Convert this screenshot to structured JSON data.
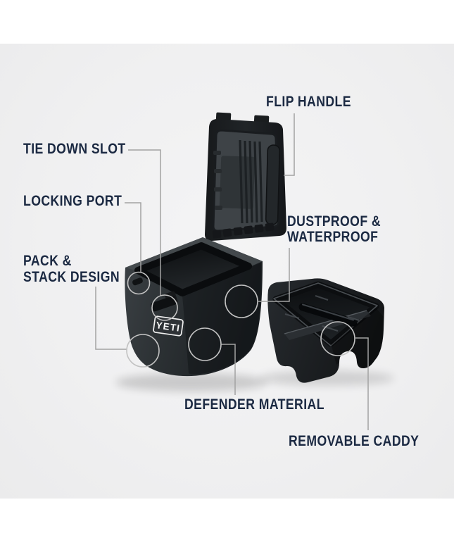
{
  "scene": {
    "background_color": "#ffffff",
    "photo_band_color": "#f0f0f1",
    "label_color": "#1b2942",
    "callout_line_color": "#a2a2a2",
    "callout_circle_color": "#c2c2c2",
    "product_color": "#24282b"
  },
  "product": {
    "badge_text": "YETI"
  },
  "callouts": {
    "flip_handle": {
      "label": "FLIP HANDLE"
    },
    "tie_down_slot": {
      "label": "TIE DOWN SLOT"
    },
    "locking_port": {
      "label": "LOCKING PORT"
    },
    "pack_stack": {
      "line1": "PACK &",
      "line2": "STACK DESIGN"
    },
    "dustproof": {
      "line1": "DUSTPROOF &",
      "line2": "WATERPROOF"
    },
    "defender": {
      "label": "DEFENDER MATERIAL"
    },
    "removable_caddy": {
      "label": "REMOVABLE CADDY"
    }
  }
}
